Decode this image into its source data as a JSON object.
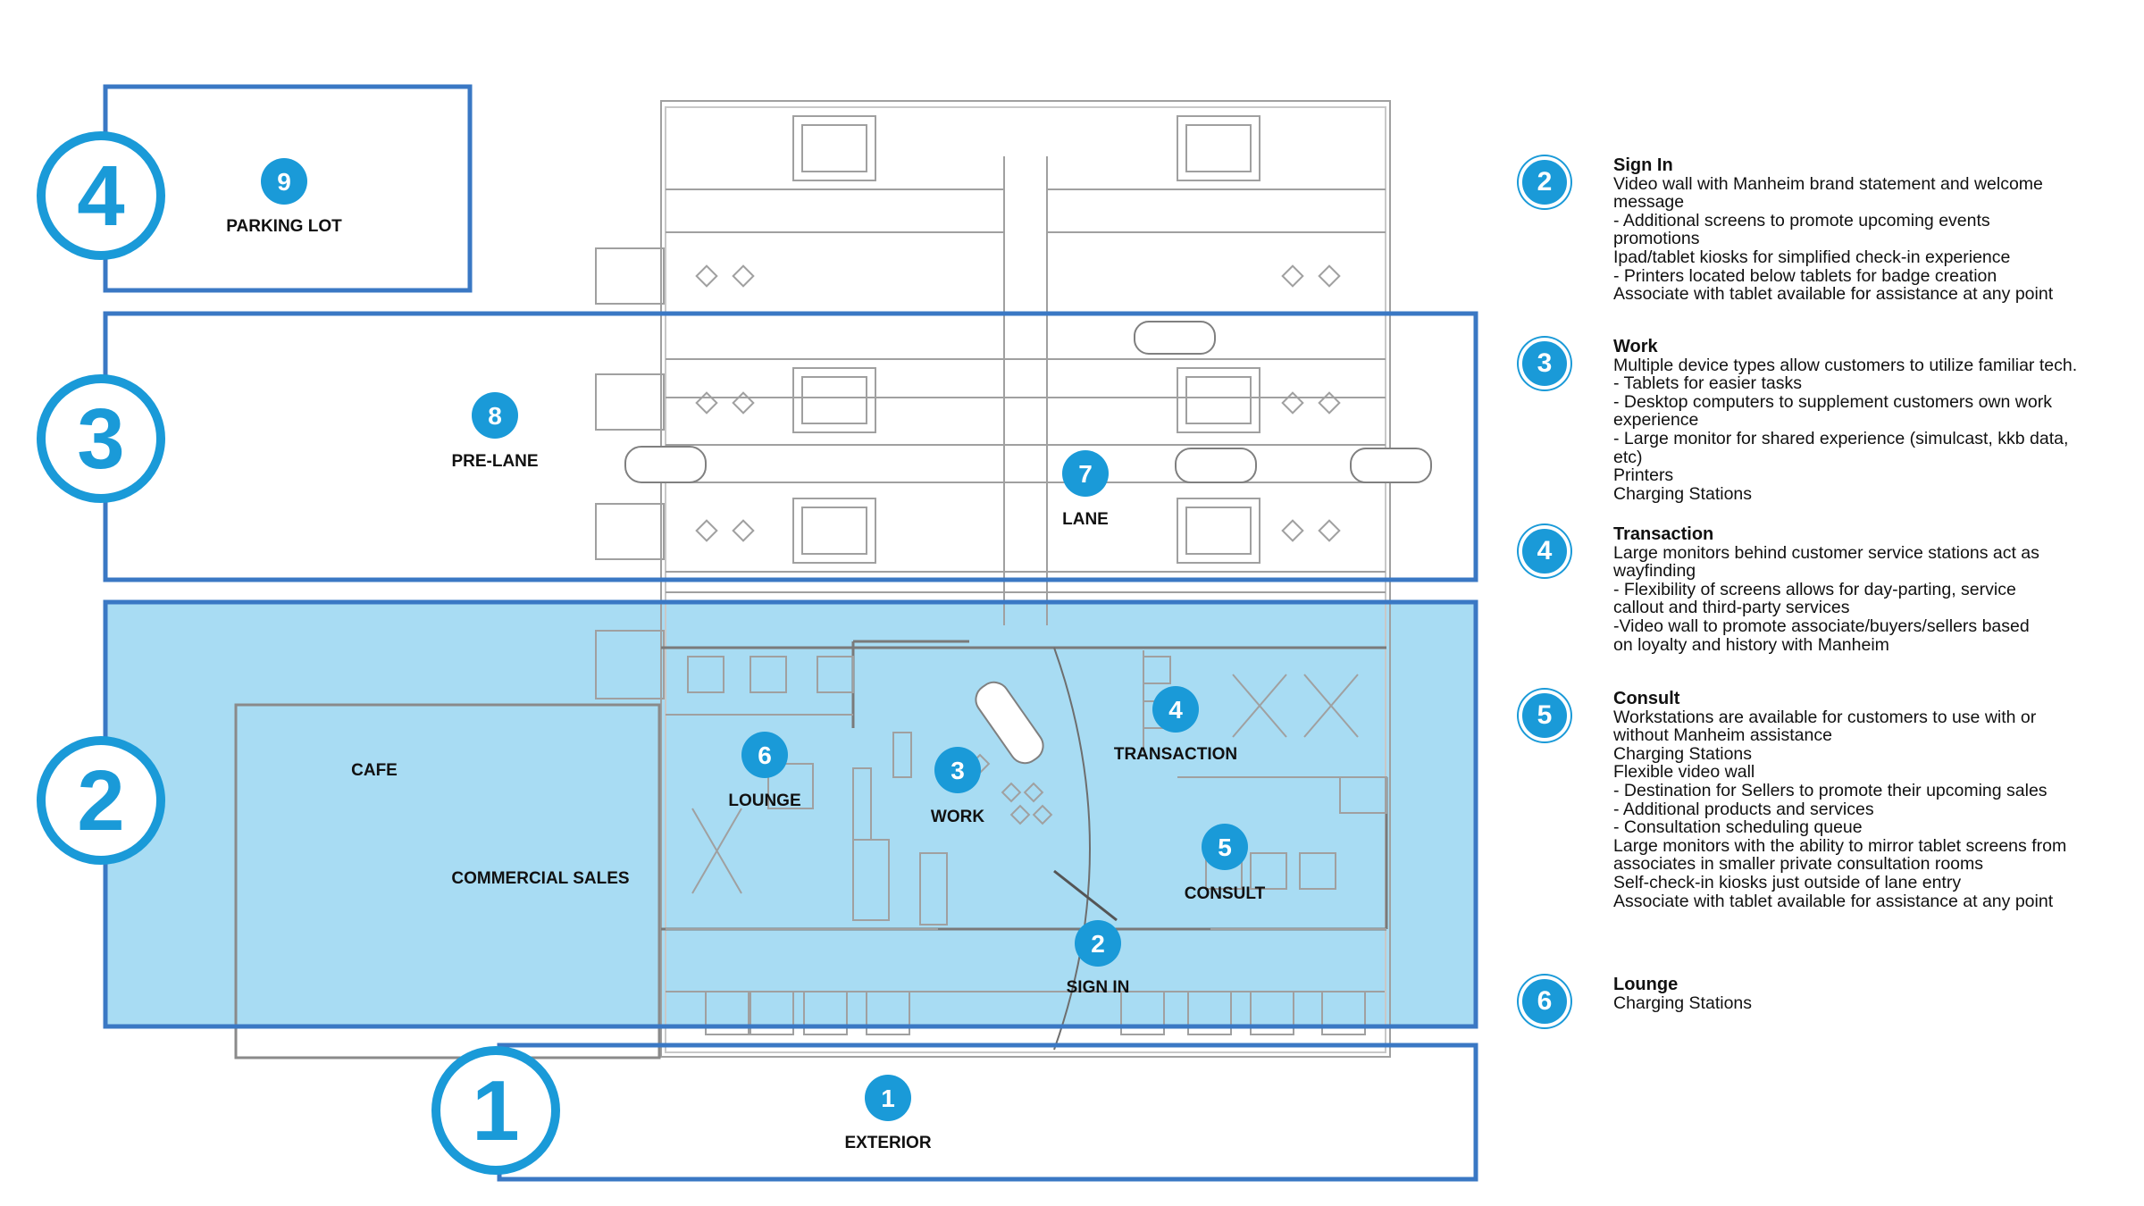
{
  "colors": {
    "zone_border": "#3a78c4",
    "highlight_fill": "#a8dcf3",
    "marker_blue": "#1a9ad8",
    "plan_lines": "#a9a9a9"
  },
  "big_numbers": [
    {
      "id": "zone-4",
      "value": "4"
    },
    {
      "id": "zone-3",
      "value": "3"
    },
    {
      "id": "zone-2",
      "value": "2"
    },
    {
      "id": "zone-1",
      "value": "1"
    }
  ],
  "area_markers": [
    {
      "number": "9",
      "label": "PARKING LOT"
    },
    {
      "number": "8",
      "label": "PRE-LANE"
    },
    {
      "number": "7",
      "label": "LANE"
    },
    {
      "number": "6",
      "label": "LOUNGE"
    },
    {
      "number": "3",
      "label": "WORK"
    },
    {
      "number": "4",
      "label": "TRANSACTION"
    },
    {
      "number": "5",
      "label": "CONSULT"
    },
    {
      "number": "2",
      "label": "SIGN IN"
    },
    {
      "number": "1",
      "label": "EXTERIOR"
    }
  ],
  "plain_labels": {
    "cafe": "CAFE",
    "commercial_sales": "COMMERCIAL SALES"
  },
  "legend": [
    {
      "number": "2",
      "title": "Sign In",
      "lines": [
        "Video wall with Manheim brand statement and welcome",
        "message",
        "- Additional screens to promote upcoming events",
        "promotions",
        "Ipad/tablet kiosks for simplified check-in experience",
        "- Printers located below tablets for badge creation",
        "Associate with tablet available for assistance at any point"
      ]
    },
    {
      "number": "3",
      "title": "Work",
      "lines": [
        "Multiple device types allow customers to utilize familiar tech.",
        "- Tablets for easier tasks",
        "- Desktop computers to supplement customers own work",
        "experience",
        "- Large monitor for shared experience (simulcast, kkb data,",
        "etc)",
        "Printers",
        "Charging Stations"
      ]
    },
    {
      "number": "4",
      "title": "Transaction",
      "lines": [
        "Large monitors behind customer service stations act as",
        "wayfinding",
        "- Flexibility of screens allows for day-parting, service",
        "callout and third-party services",
        "-Video wall to promote associate/buyers/sellers based",
        "on loyalty and history with Manheim"
      ]
    },
    {
      "number": "5",
      "title": "Consult",
      "lines": [
        "Workstations are available for customers to use with or",
        "without Manheim assistance",
        "Charging Stations",
        "Flexible video wall",
        " - Destination for Sellers to promote their upcoming sales",
        " - Additional products and services",
        " - Consultation scheduling queue",
        "Large monitors with the ability to mirror tablet screens from",
        "associates in smaller private consultation rooms",
        "Self-check-in kiosks just outside of lane entry",
        "Associate with tablet available for assistance at any point"
      ]
    },
    {
      "number": "6",
      "title": "Lounge",
      "lines": [
        "Charging Stations"
      ]
    }
  ]
}
